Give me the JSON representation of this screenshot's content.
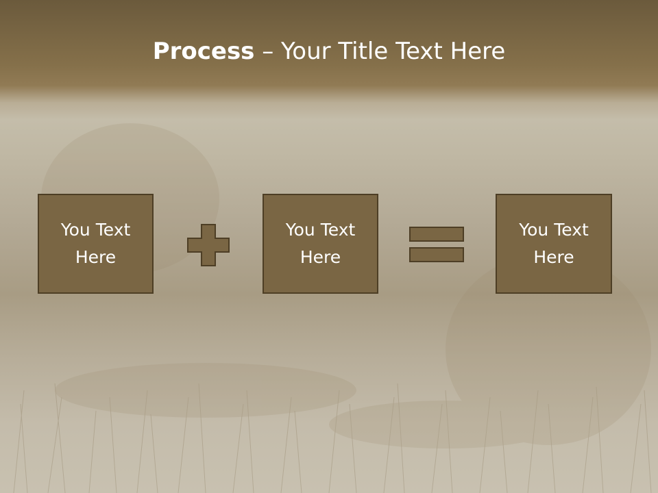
{
  "slide": {
    "title_bold": "Process",
    "title_rest": " – Your Title Text Here",
    "boxes": [
      {
        "text": "You Text\nHere"
      },
      {
        "text": "You Text\nHere"
      },
      {
        "text": "You Text\nHere"
      }
    ],
    "operators": [
      "plus-icon",
      "equals-icon"
    ],
    "colors": {
      "box_fill": "#7a6644",
      "box_border": "#4d3e25",
      "title_band": "#85704a",
      "text": "#ffffff"
    }
  }
}
